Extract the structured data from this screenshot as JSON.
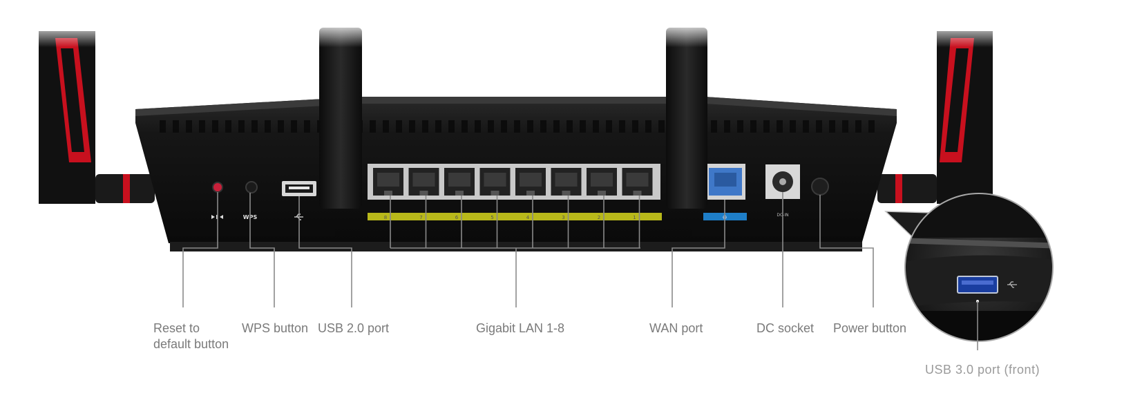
{
  "labels": {
    "reset_line1": "Reset to",
    "reset_line2": "default button",
    "wps": "WPS button",
    "usb2": "USB 2.0 port",
    "lan": "Gigabit LAN 1-8",
    "wan": "WAN port",
    "dc": "DC socket",
    "power": "Power button",
    "usb3": "USB 3.0 port (front)"
  },
  "panel_marks": {
    "wps": "WPS",
    "lan_numbers": [
      "8",
      "7",
      "6",
      "5",
      "4",
      "3",
      "2",
      "1"
    ],
    "dc": "DC-IN"
  },
  "colors": {
    "body": "#141414",
    "lan_strip": "#b8b81a",
    "wan_strip": "#1e7ec8",
    "wan_port": "#3f78c8",
    "antenna_accent": "#c8101e",
    "leader": "#8a8a8a",
    "label": "#7a7a7a"
  },
  "icons": [
    "reset-icon",
    "usb-icon",
    "zoom-inset"
  ]
}
